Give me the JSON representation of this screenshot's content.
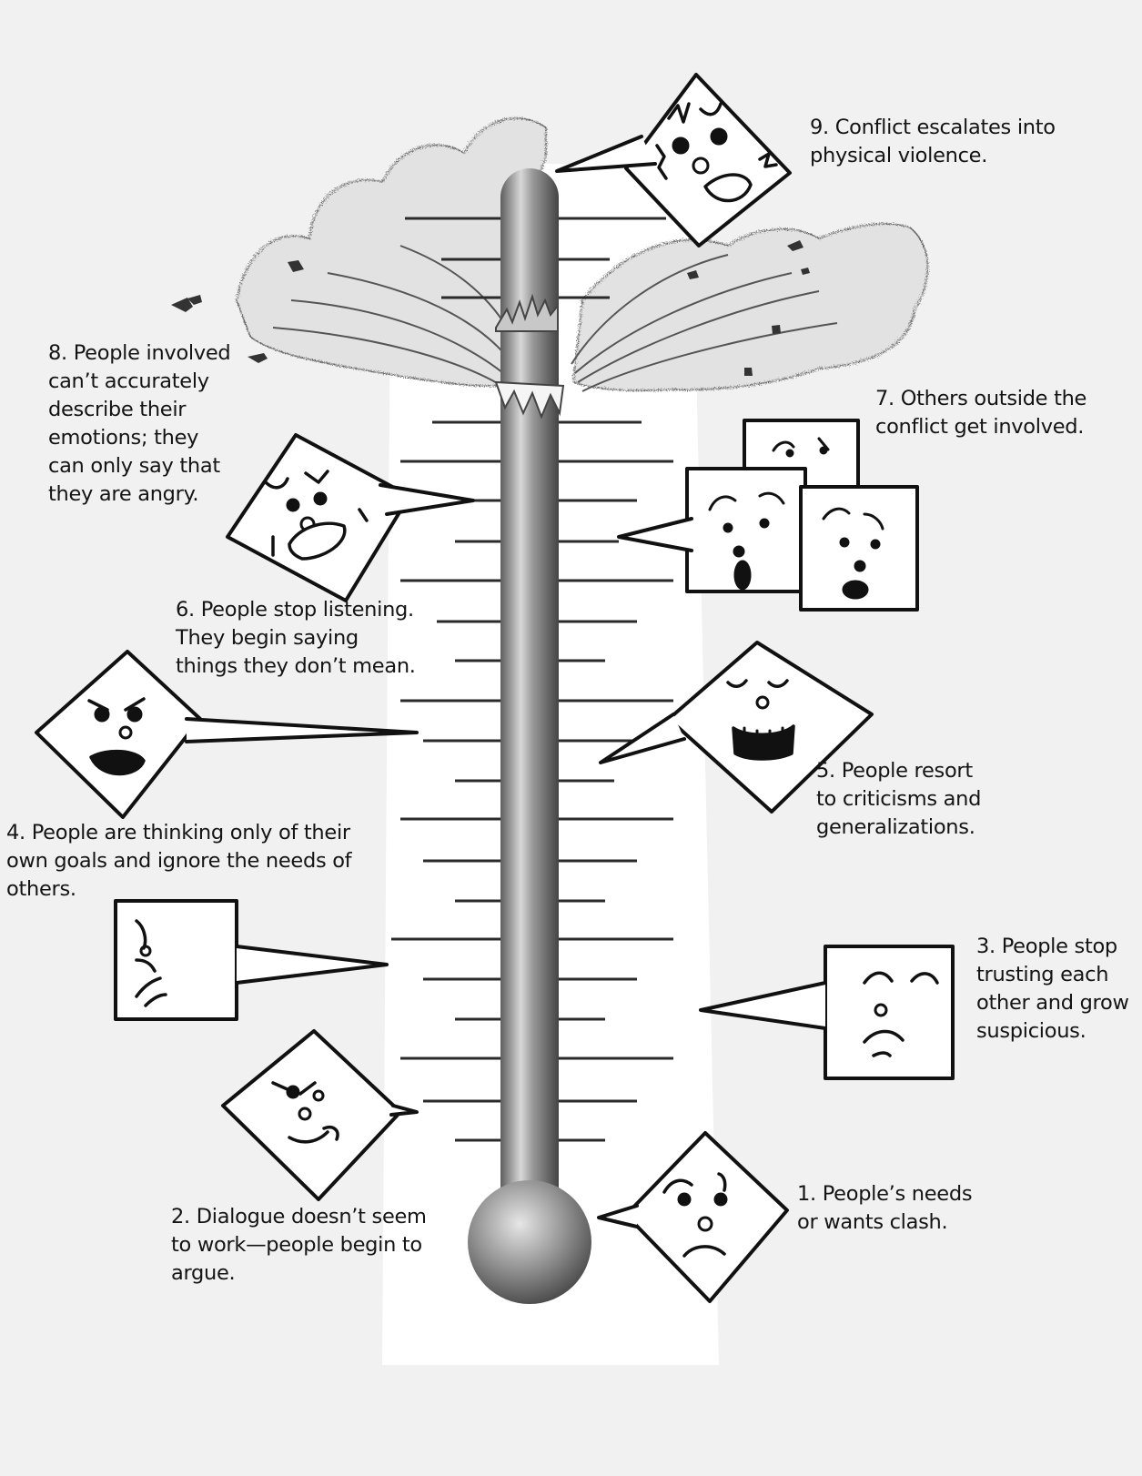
{
  "diagram": {
    "stages": [
      {
        "number": 1,
        "face": "worried-face-icon",
        "lines": [
          "1. People’s needs",
          "or wants clash."
        ]
      },
      {
        "number": 2,
        "face": "scheming-face-icon",
        "lines": [
          "2. Dialogue doesn’t seem",
          "to work—people begin to",
          "argue."
        ]
      },
      {
        "number": 3,
        "face": "suspicious-face-icon",
        "lines": [
          "3. People stop",
          "trusting each",
          "other and grow",
          "suspicious."
        ]
      },
      {
        "number": 4,
        "face": "annoyed-face-icon",
        "lines": [
          "4. People are thinking only of their",
          "own goals and ignore the needs of",
          "others."
        ]
      },
      {
        "number": 5,
        "face": "mocking-face-icon",
        "lines": [
          "5. People resort",
          "to criticisms and",
          "generalizations."
        ]
      },
      {
        "number": 6,
        "face": "angry-face-icon",
        "lines": [
          "6. People stop listening.",
          "They begin saying",
          "things they don’t mean."
        ]
      },
      {
        "number": 7,
        "face": "shocked-faces-icon",
        "lines": [
          "7. Others outside the",
          "conflict get involved."
        ]
      },
      {
        "number": 8,
        "face": "furious-face-icon",
        "lines": [
          "8. People involved",
          "can’t accurately",
          "describe their",
          "emotions; they",
          "can only say that",
          "they are angry."
        ]
      },
      {
        "number": 9,
        "face": "enraged-face-icon",
        "lines": [
          "9. Conflict escalates into",
          "physical violence."
        ]
      }
    ]
  }
}
